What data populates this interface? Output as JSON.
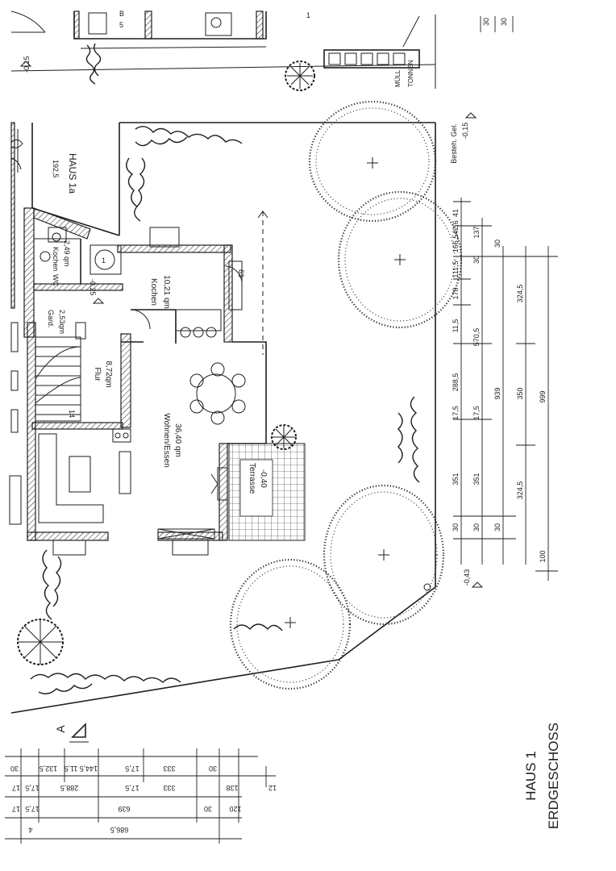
{
  "sheet": {
    "house": "HAUS 1",
    "floor": "ERDGESCHOSS"
  },
  "neighbor": {
    "label": "HAUS 1a",
    "dim": "192,5"
  },
  "bins": {
    "line1": "MÜLL",
    "line2": "TONNEN"
  },
  "section_marker": "A",
  "rooms": [
    {
      "key": "kitchen",
      "name": "Kochen",
      "area": "10,21 qm"
    },
    {
      "key": "living",
      "name": "Wohnen/Essen",
      "area": "36,40 qm"
    },
    {
      "key": "hall",
      "name": "Flur",
      "area": "8,72qm"
    },
    {
      "key": "wardrobe",
      "name": "Gard.",
      "area": "2,53qm"
    },
    {
      "key": "wc",
      "name": "WC",
      "area": "2,49 qm"
    },
    {
      "key": "terrace",
      "name": "Terrasse",
      "area": "-0,40"
    }
  ],
  "levels": {
    "inside": "-0,25",
    "left": "-0,15",
    "garden": "-0,43",
    "existing_label": "Besteh. Gel.",
    "existing_value": "-0,15"
  },
  "misc": {
    "dim_63": "63",
    "stair_14": "14",
    "top_b": "B",
    "top_5": "5",
    "top_1": "1"
  },
  "dims_right": {
    "top_30a": "30",
    "top_30b": "30",
    "row1": [
      "41",
      "42,6",
      "166,5",
      "111,5",
      "178",
      "11,5",
      "288,5",
      "17,5",
      "351",
      "30"
    ],
    "row2": [
      "137",
      "30",
      "570,5",
      "17,5",
      "351",
      "30"
    ],
    "row3": [
      "30",
      "939",
      "30"
    ],
    "row4": [
      "324,5",
      "350",
      "324,5"
    ],
    "row5": [
      "999",
      "100"
    ]
  },
  "dims_bottom": {
    "row1": [
      "30",
      "132,5",
      "11,5",
      "144,5",
      "17,5",
      "333",
      "30"
    ],
    "row2": [
      "17",
      "17,5",
      "288,5",
      "17,5",
      "333",
      "138",
      "12"
    ],
    "row3": [
      "17",
      "17,5",
      "639",
      "30",
      "120"
    ],
    "row4": [
      "4",
      "686,5"
    ]
  }
}
